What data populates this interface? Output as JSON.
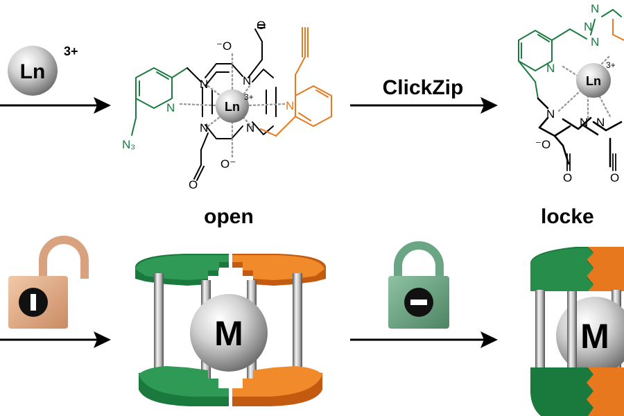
{
  "scheme": {
    "ion_label": "Ln",
    "ion_charge": "3+",
    "step_label": "ClickZip",
    "state_open": "open",
    "state_locked": "locke",
    "open_complex": {
      "metal": "Ln",
      "metal_charge": "3+",
      "carboxylate_top": "⁻O",
      "carboxylate_bottom": "O⁻",
      "azide": "N₃",
      "ring_n": "N",
      "pyridine_n": "N"
    },
    "locked_complex": {
      "metal": "Ln",
      "metal_charge": "3+",
      "triazole_n": "N",
      "carboxylate": "⁻O",
      "carbonyl_o": "O"
    },
    "cartoon": {
      "metal_left": "M",
      "metal_right": "M",
      "open_lock_symbol": "plus-sign",
      "closed_lock_symbol": "minus-sign"
    }
  },
  "colors": {
    "green": "#1a7a3e",
    "orange": "#e8781e",
    "lock_open": "#d9a27e",
    "lock_closed": "#5f9a78",
    "metal": "#bdbdbd"
  }
}
